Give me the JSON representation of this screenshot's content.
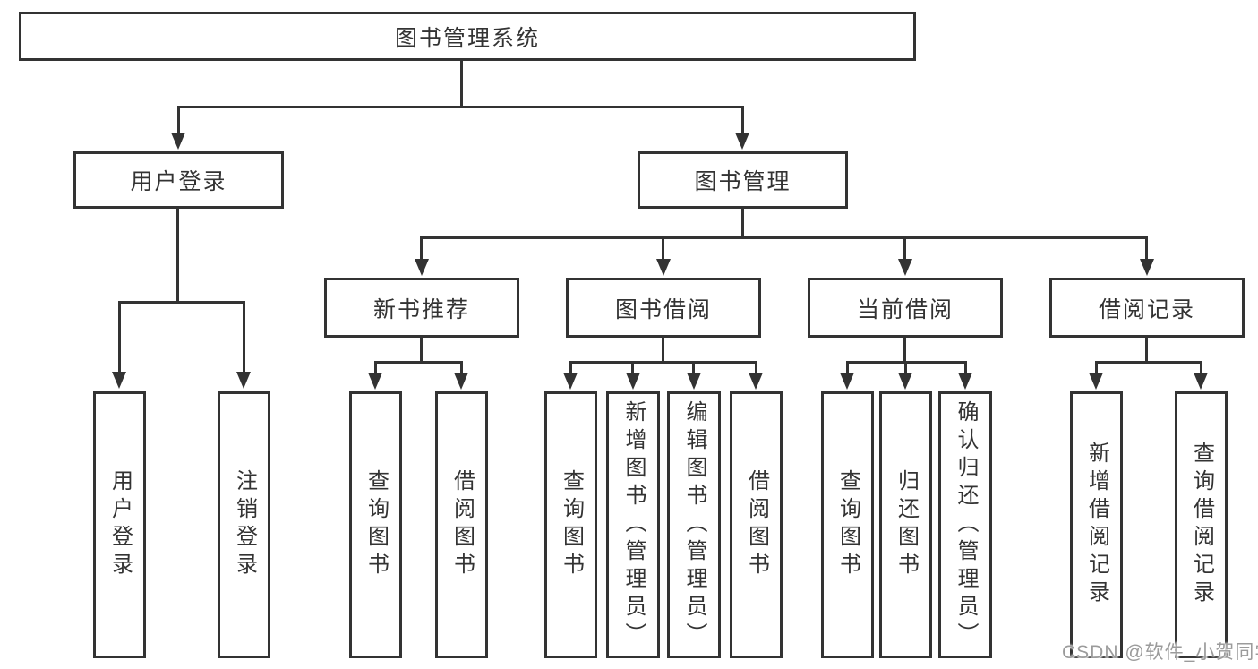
{
  "diagram": {
    "title_note": "functional structure tree of a library management system",
    "root": {
      "label": "图书管理系统"
    },
    "level2": [
      {
        "label": "用户登录"
      },
      {
        "label": "图书管理"
      }
    ],
    "level3": [
      {
        "label": "新书推荐"
      },
      {
        "label": "图书借阅"
      },
      {
        "label": "当前借阅"
      },
      {
        "label": "借阅记录"
      }
    ],
    "leaves": {
      "user_login": [
        "用户登录",
        "注销登录"
      ],
      "new_book": [
        "查询图书",
        "借阅图书"
      ],
      "book_borrow": [
        "查询图书",
        "新增图书（管理员）",
        "编辑图书（管理员）",
        "借阅图书"
      ],
      "current_borrow": [
        "查询图书",
        "归还图书",
        "确认归还（管理员）"
      ],
      "borrow_record": [
        "新增借阅记录",
        "查询借阅记录"
      ]
    },
    "watermark": "CSDN @软件_小贺同学",
    "colors": {
      "line": "#333333",
      "text": "#333333",
      "watermark": "#9b9b9b",
      "background": "#ffffff"
    }
  }
}
